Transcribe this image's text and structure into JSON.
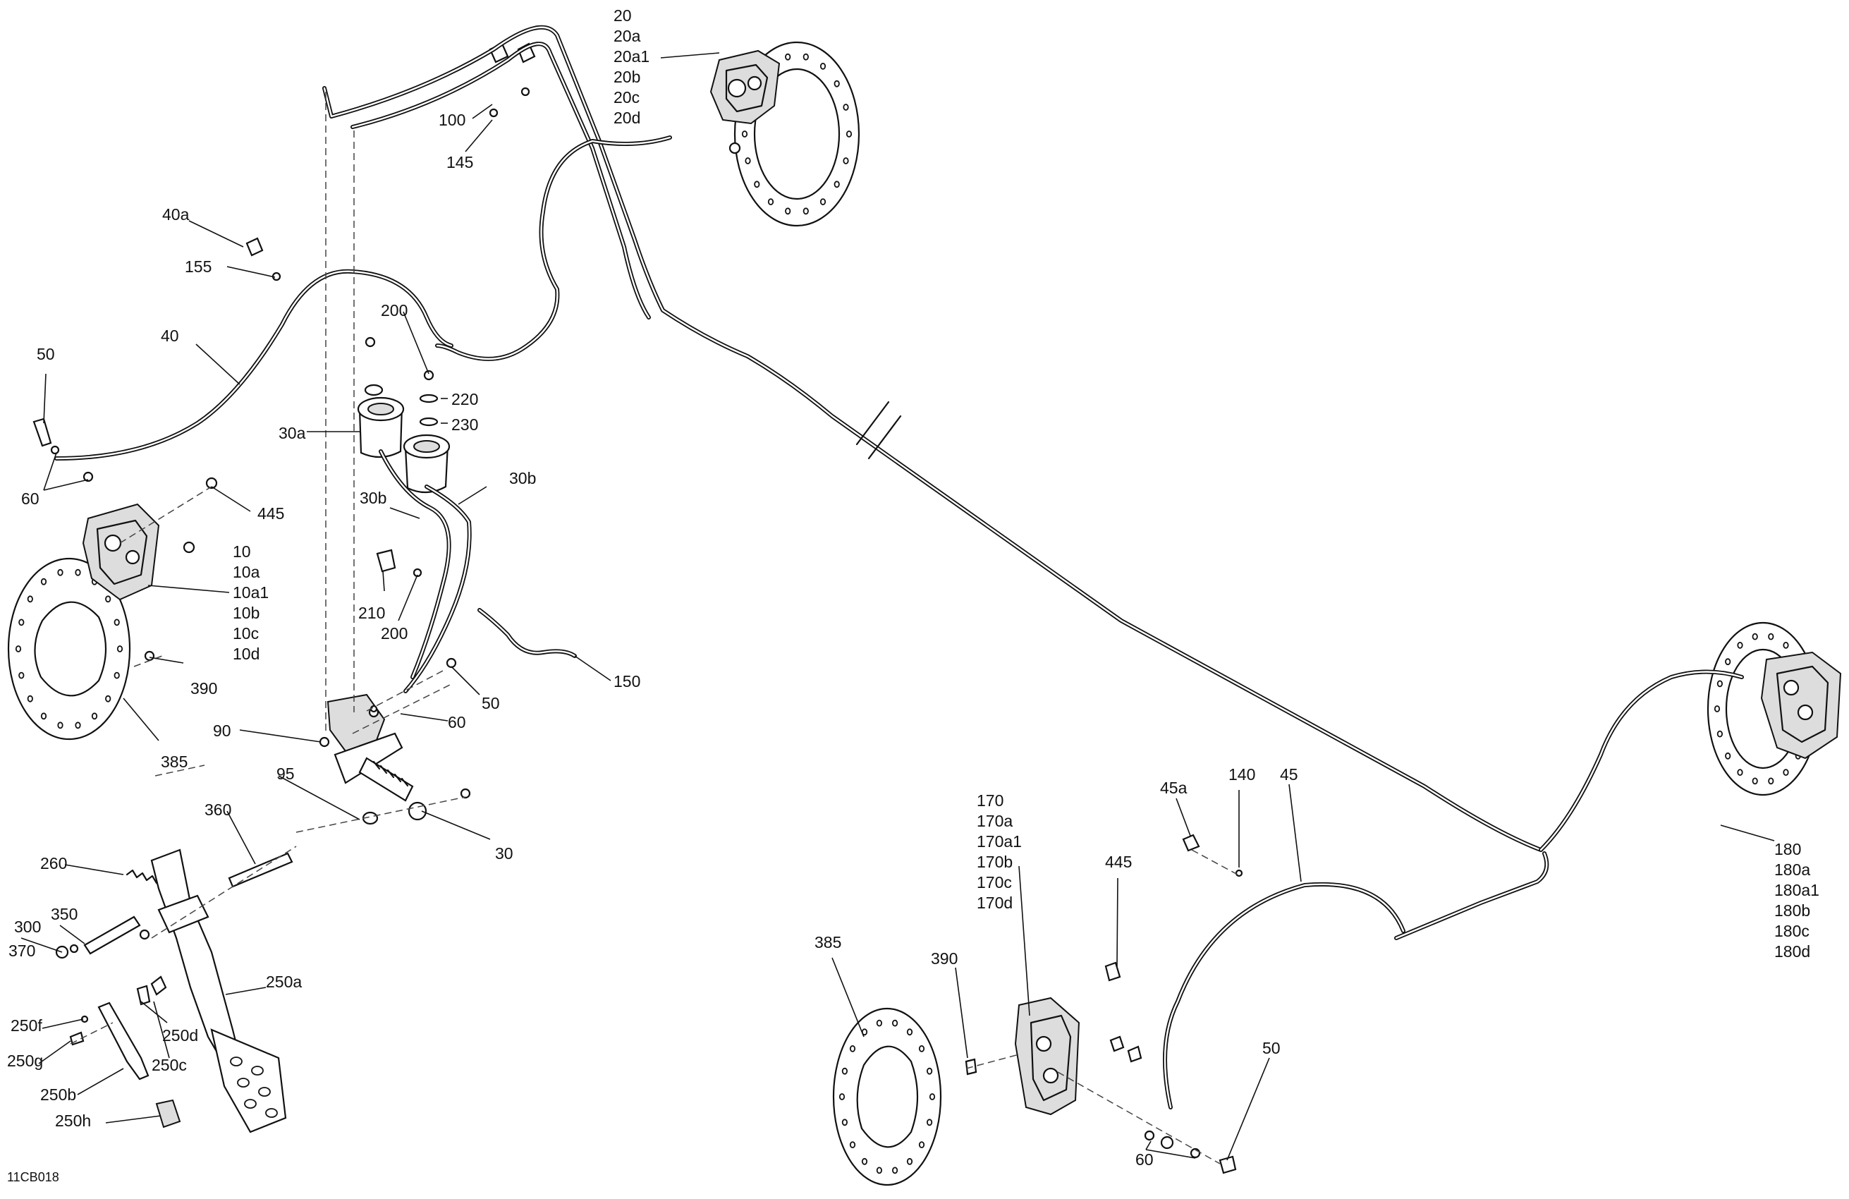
{
  "diagram": {
    "drawing_code": "11CB018",
    "callouts": {
      "front_right_caliper": [
        "20",
        "20a",
        "20a1",
        "20b",
        "20c",
        "20d"
      ],
      "clip_100": "100",
      "nut_145": "145",
      "clip_40a": "40a",
      "screw_155": "155",
      "screw_200_top": "200",
      "hose_40": "40",
      "banjo_50_left": "50",
      "washer_220": "220",
      "washer_230": "230",
      "reservoir_30a": "30a",
      "hose_30b_left": "30b",
      "hose_30b_right": "30b",
      "washer_60_left": "60",
      "bolt_445_left": "445",
      "front_left_caliper": [
        "10",
        "10a",
        "10a1",
        "10b",
        "10c",
        "10d"
      ],
      "clip_210": "210",
      "screw_200_mid": "200",
      "sensor_150": "150",
      "banjo_50_mid": "50",
      "washer_60_mid": "60",
      "screw_390_left": "390",
      "disc_385_left": "385",
      "bolt_90": "90",
      "nut_95": "95",
      "master_cylinder_30": "30",
      "pin_360": "360",
      "spring_260": "260",
      "bushing_350": "350",
      "nut_300": "300",
      "washer_370": "370",
      "pedal_250a": "250a",
      "pedal_250d": "250d",
      "pedal_250f": "250f",
      "pedal_250c": "250c",
      "pedal_250g": "250g",
      "pedal_250b": "250b",
      "pedal_250h": "250h",
      "clip_45a": "45a",
      "nut_140": "140",
      "hose_45": "45",
      "rear_left_caliper": [
        "170",
        "170a",
        "170a1",
        "170b",
        "170c",
        "170d"
      ],
      "bolt_445_right": "445",
      "disc_385_right": "385",
      "screw_390_right": "390",
      "banjo_50_right": "50",
      "washer_60_right": "60",
      "rear_right_caliper": [
        "180",
        "180a",
        "180a1",
        "180b",
        "180c",
        "180d"
      ]
    }
  }
}
